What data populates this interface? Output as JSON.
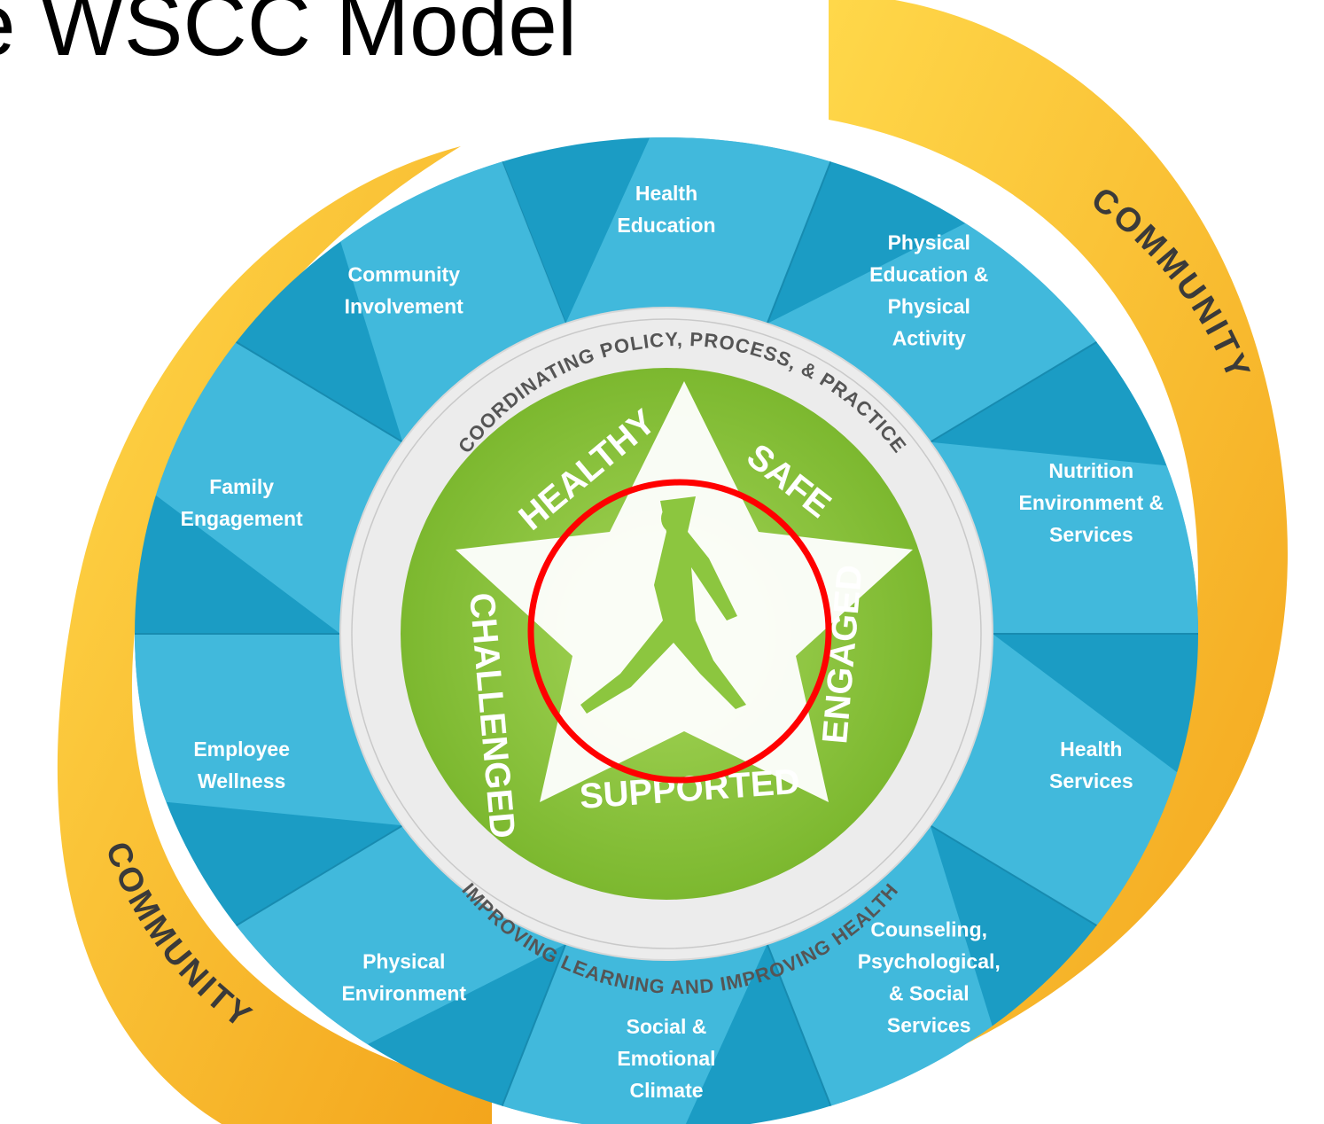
{
  "title": "e WSCC Model",
  "community": {
    "top_right": "COMMUNITY",
    "bottom_left": "COMMUNITY"
  },
  "segments": [
    "Health Education",
    "Physical Education & Physical Activity",
    "Nutrition Environment & Services",
    "Health Services",
    "Counseling, Psychological, & Social Services",
    "Social & Emotional Climate",
    "Physical Environment",
    "Employee Wellness",
    "Family Engagement",
    "Community Involvement"
  ],
  "ring": {
    "top": "COORDINATING POLICY, PROCESS, & PRACTICE",
    "bottom": "IMPROVING LEARNING AND IMPROVING HEALTH"
  },
  "tenets": [
    "HEALTHY",
    "SAFE",
    "ENGAGED",
    "SUPPORTED",
    "CHALLENGED"
  ],
  "colors": {
    "community": "#f5b51e",
    "segment_dark": "#1b9cc4",
    "segment_light": "#4fc3e4",
    "ring": "#ececec",
    "green": "#8cc63f",
    "highlight_circle": "#ff0000"
  }
}
